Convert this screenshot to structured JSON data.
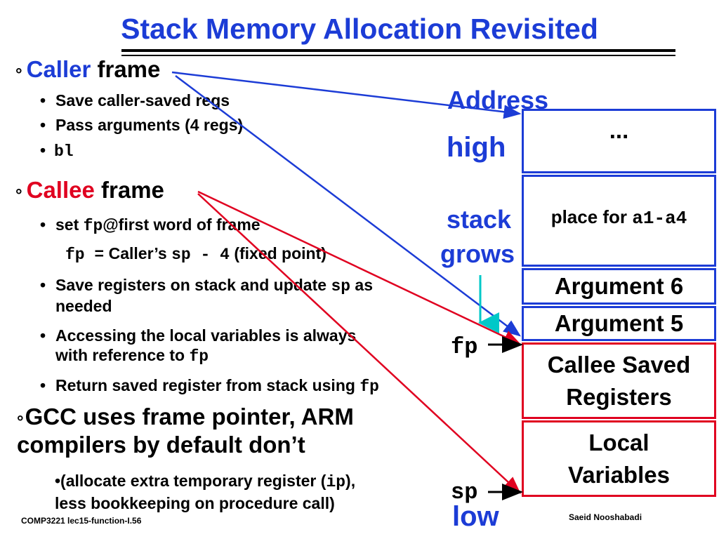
{
  "title": "Stack Memory Allocation Revisited",
  "caller": {
    "bullet": "°",
    "word1": "Caller",
    "word2": "frame",
    "items": [
      "Save caller-saved regs",
      "Pass arguments (4 regs)",
      "bl"
    ]
  },
  "callee": {
    "bullet": "°",
    "word1": "Callee",
    "word2": "frame",
    "item1": {
      "pre": "set ",
      "code": "fp",
      "post": "@first word of frame"
    },
    "fixed": {
      "code1": "fp =",
      "mid": " Caller’s ",
      "code2": "sp - 4",
      "post": " (fixed point)"
    },
    "item2": {
      "pre": "Save registers on stack and update ",
      "code": "sp",
      "post": " as",
      "line2": "needed"
    },
    "item3": {
      "line1": "Accessing the local variables  is always",
      "line2pre": "with reference to ",
      "code": "fp"
    },
    "item4": {
      "pre": "Return saved register from stack using ",
      "code": "fp"
    }
  },
  "gcc": {
    "bullet": "°",
    "line1": "GCC uses frame pointer, ARM",
    "line2": "compilers by default don’t",
    "sub_pre": "•(allocate extra temporary register (",
    "sub_code": "ip",
    "sub_post": "),",
    "sub_line2": "less bookkeeping on procedure call)"
  },
  "diagram": {
    "address": "Address",
    "high": "high",
    "stack": "stack",
    "grows": "grows",
    "low": "low",
    "fp_label": "fp",
    "sp_label": "sp",
    "boxes": {
      "dots": "...",
      "place_pre": "place for ",
      "place_code": "a1-a4",
      "arg6": "Argument 6",
      "arg5": "Argument 5",
      "callee_saved_1": "Callee Saved",
      "callee_saved_2": "Registers",
      "local_1": "Local",
      "local_2": "Variables"
    },
    "colors": {
      "blue": "#1c3cd6",
      "red": "#e00020",
      "cyan": "#00c8c8"
    }
  },
  "footer": {
    "left": "COMP3221  lec15-function-I.56",
    "right": "Saeid Nooshabadi"
  }
}
